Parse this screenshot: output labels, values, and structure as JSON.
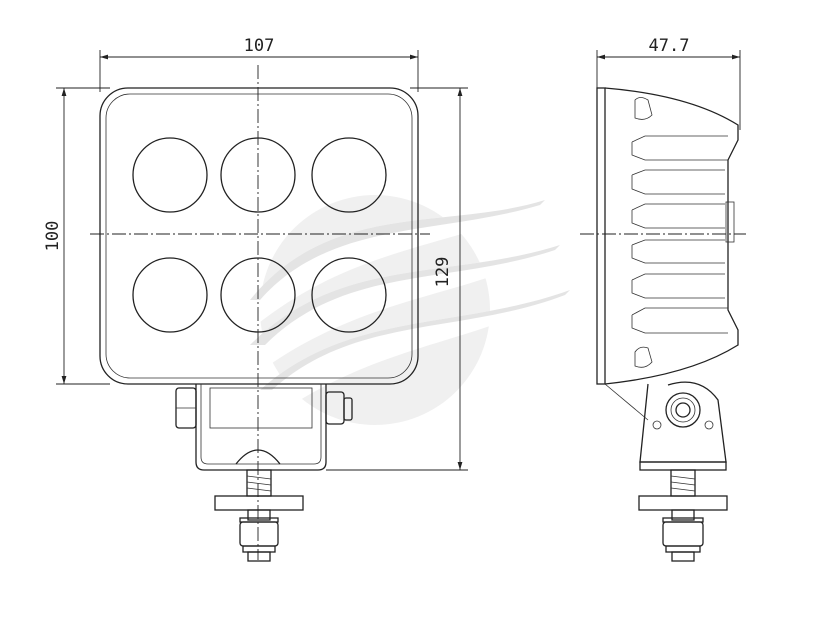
{
  "drawing": {
    "front_view": {
      "width_dimension": "107",
      "height_dimension": "100",
      "overall_height_dimension": "129",
      "led_count": 6
    },
    "side_view": {
      "depth_dimension": "47.7"
    }
  },
  "colors": {
    "line": "#222222",
    "watermark": "#d6d6d6"
  }
}
